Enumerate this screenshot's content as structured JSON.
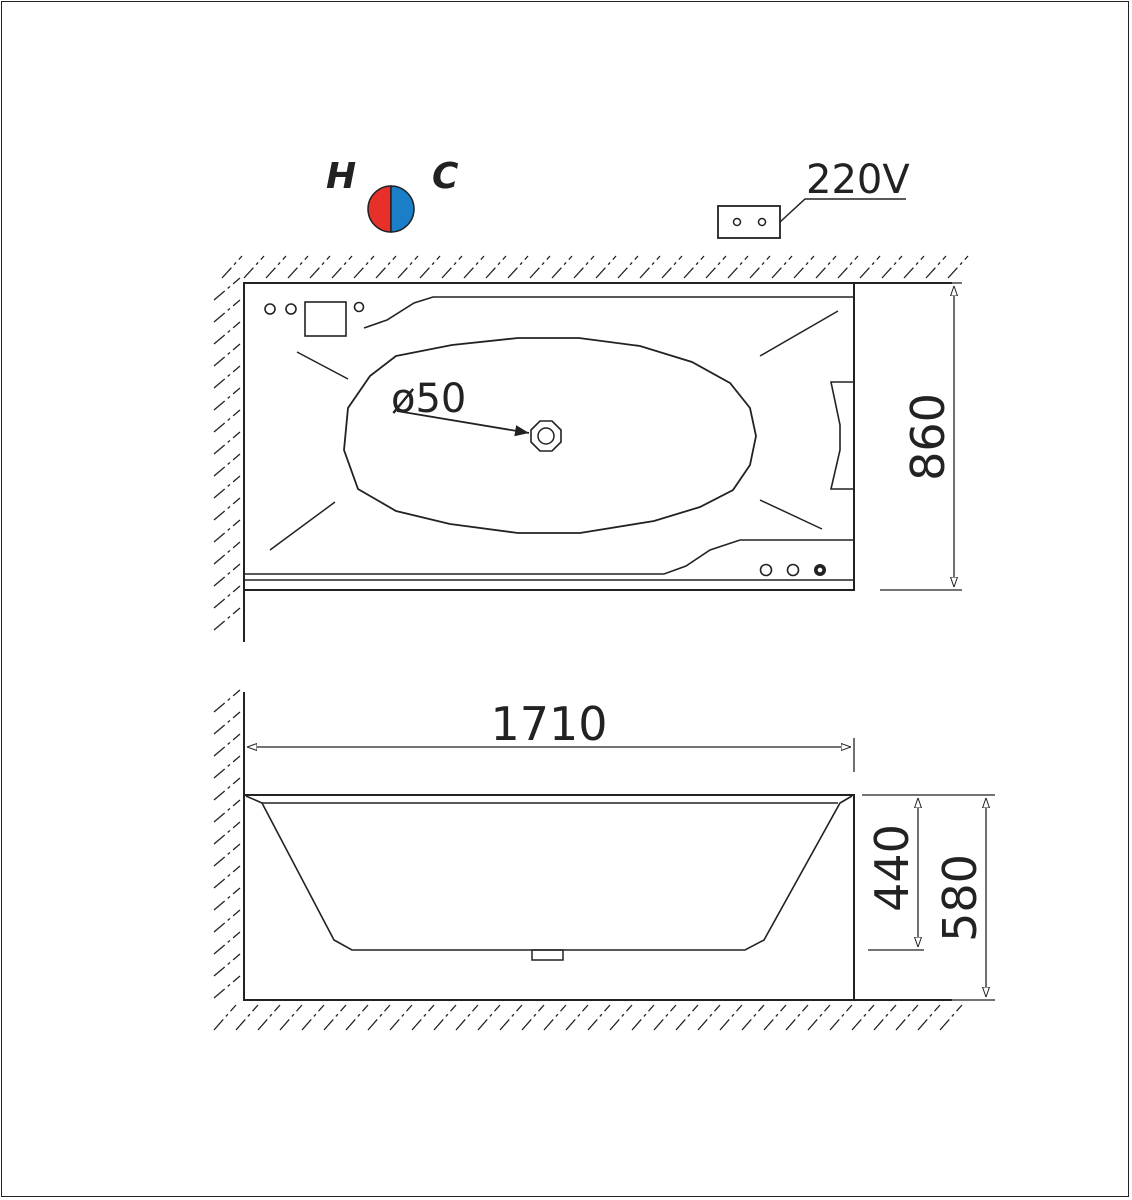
{
  "legend": {
    "hot_label": "H",
    "cold_label": "C",
    "hot_color": "#e8302a",
    "cold_color": "#1a7fc8"
  },
  "power": {
    "label": "220V"
  },
  "plan_view": {
    "drain_label": "ø50",
    "depth_dimension": "860"
  },
  "elevation_view": {
    "length_dimension": "1710",
    "inner_height_dimension": "440",
    "total_height_dimension": "580"
  },
  "colors": {
    "line": "#222222"
  }
}
